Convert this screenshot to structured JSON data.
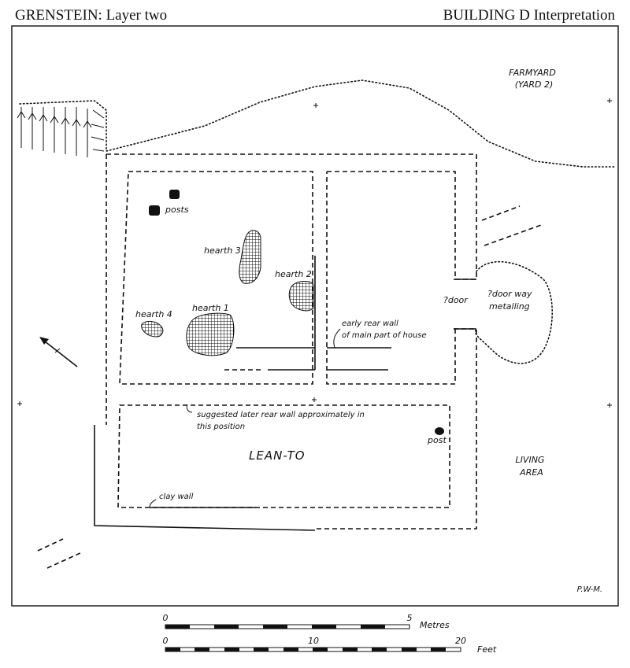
{
  "header": {
    "site_title": "GRENSTEIN: Layer two",
    "plan_title": "BUILDING D Interpretation"
  },
  "areas": {
    "farmyard": "FARMYARD",
    "yard2": "(YARD 2)",
    "living1": "LIVING",
    "living2": "AREA",
    "lean_to": "LEAN-TO"
  },
  "features": {
    "posts": "posts",
    "post": "post",
    "hearth1": "hearth 1",
    "hearth2": "hearth 2",
    "hearth3": "hearth 3",
    "hearth4": "hearth 4",
    "door": "?door",
    "doorway1": "?door way",
    "doorway2": "metalling",
    "early_wall1": "early rear wall",
    "early_wall2": "of main part of house",
    "suggested1": "suggested later rear wall approximately in",
    "suggested2": "this position",
    "clay_wall": "clay wall"
  },
  "credit": "P.W-M.",
  "scale": {
    "metres_zero": "0",
    "metres_max": "5",
    "metres_unit": "Metres",
    "feet_zero": "0",
    "feet_mid": "10",
    "feet_max": "20",
    "feet_unit": "Feet"
  }
}
